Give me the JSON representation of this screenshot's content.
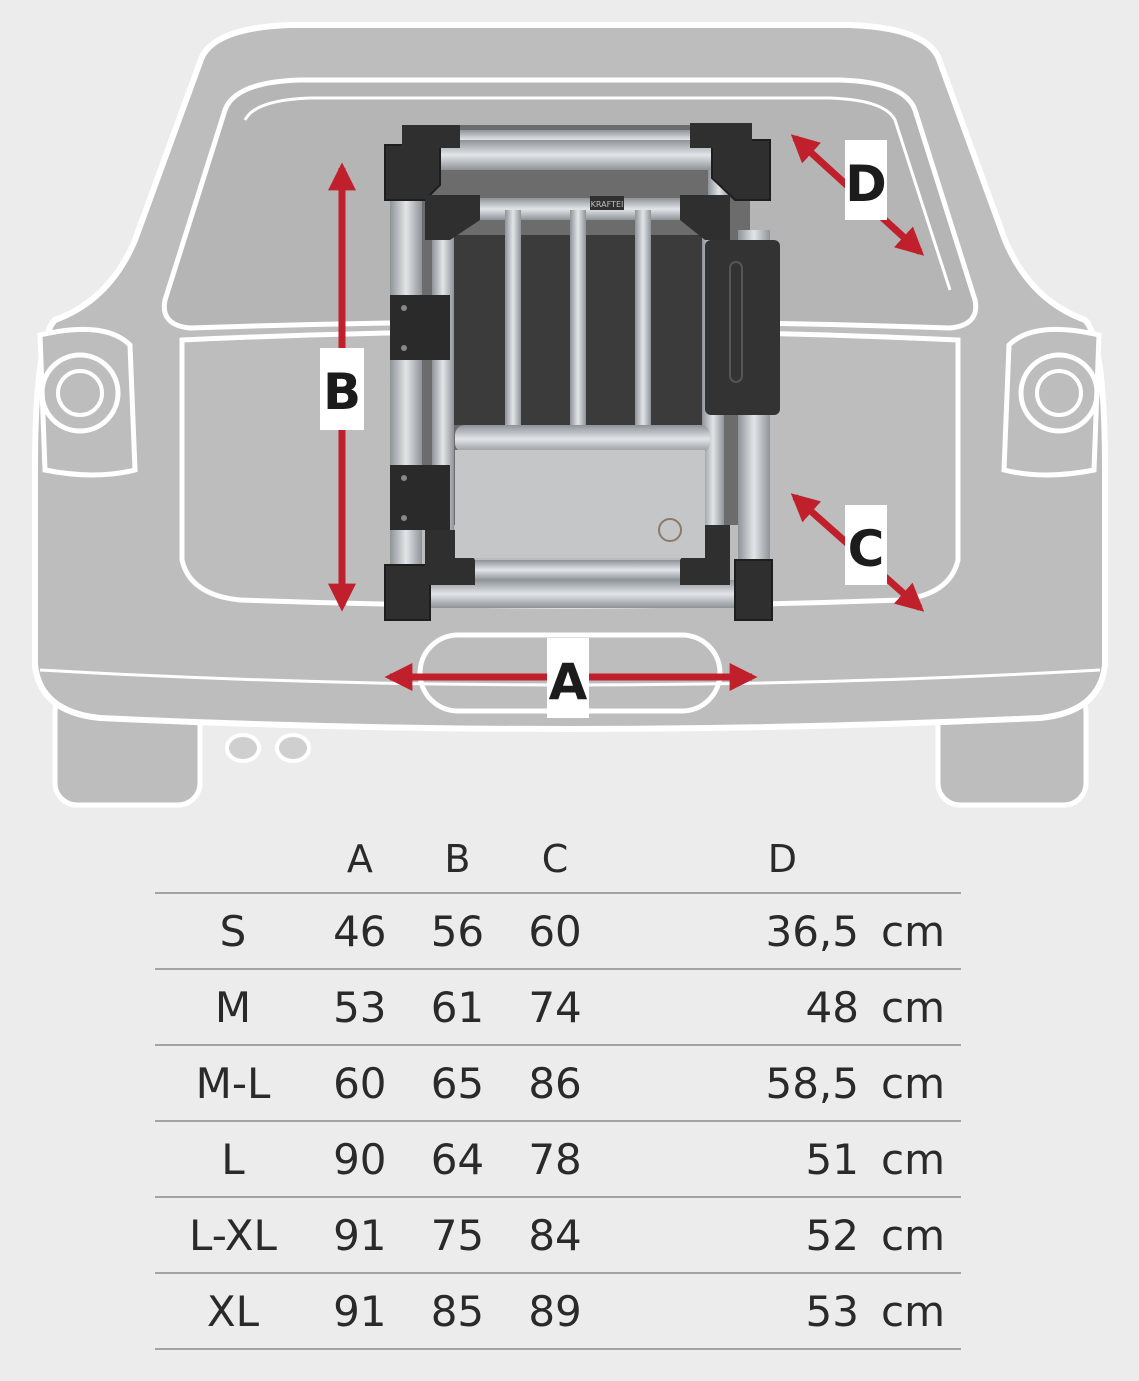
{
  "diagram": {
    "labels": {
      "a": "A",
      "b": "B",
      "c": "C",
      "d": "D"
    },
    "crate_brand": "KRAFTEI",
    "colors": {
      "background": "#ececec",
      "car_body": "#bdbdbd",
      "car_outline": "#ffffff",
      "arrow": "#c0202c",
      "crate_frame": "#2f2f2f",
      "crate_tube": "#b9bcc0"
    }
  },
  "table": {
    "headers": [
      "",
      "A",
      "B",
      "C",
      "D"
    ],
    "unit": "cm",
    "rows": [
      {
        "size": "S",
        "a": "46",
        "b": "56",
        "c": "60",
        "d": "36,5"
      },
      {
        "size": "M",
        "a": "53",
        "b": "61",
        "c": "74",
        "d": "48"
      },
      {
        "size": "M-L",
        "a": "60",
        "b": "65",
        "c": "86",
        "d": "58,5"
      },
      {
        "size": "L",
        "a": "90",
        "b": "64",
        "c": "78",
        "d": "51"
      },
      {
        "size": "L-XL",
        "a": "91",
        "b": "75",
        "c": "84",
        "d": "52"
      },
      {
        "size": "XL",
        "a": "91",
        "b": "85",
        "c": "89",
        "d": "53"
      }
    ]
  }
}
